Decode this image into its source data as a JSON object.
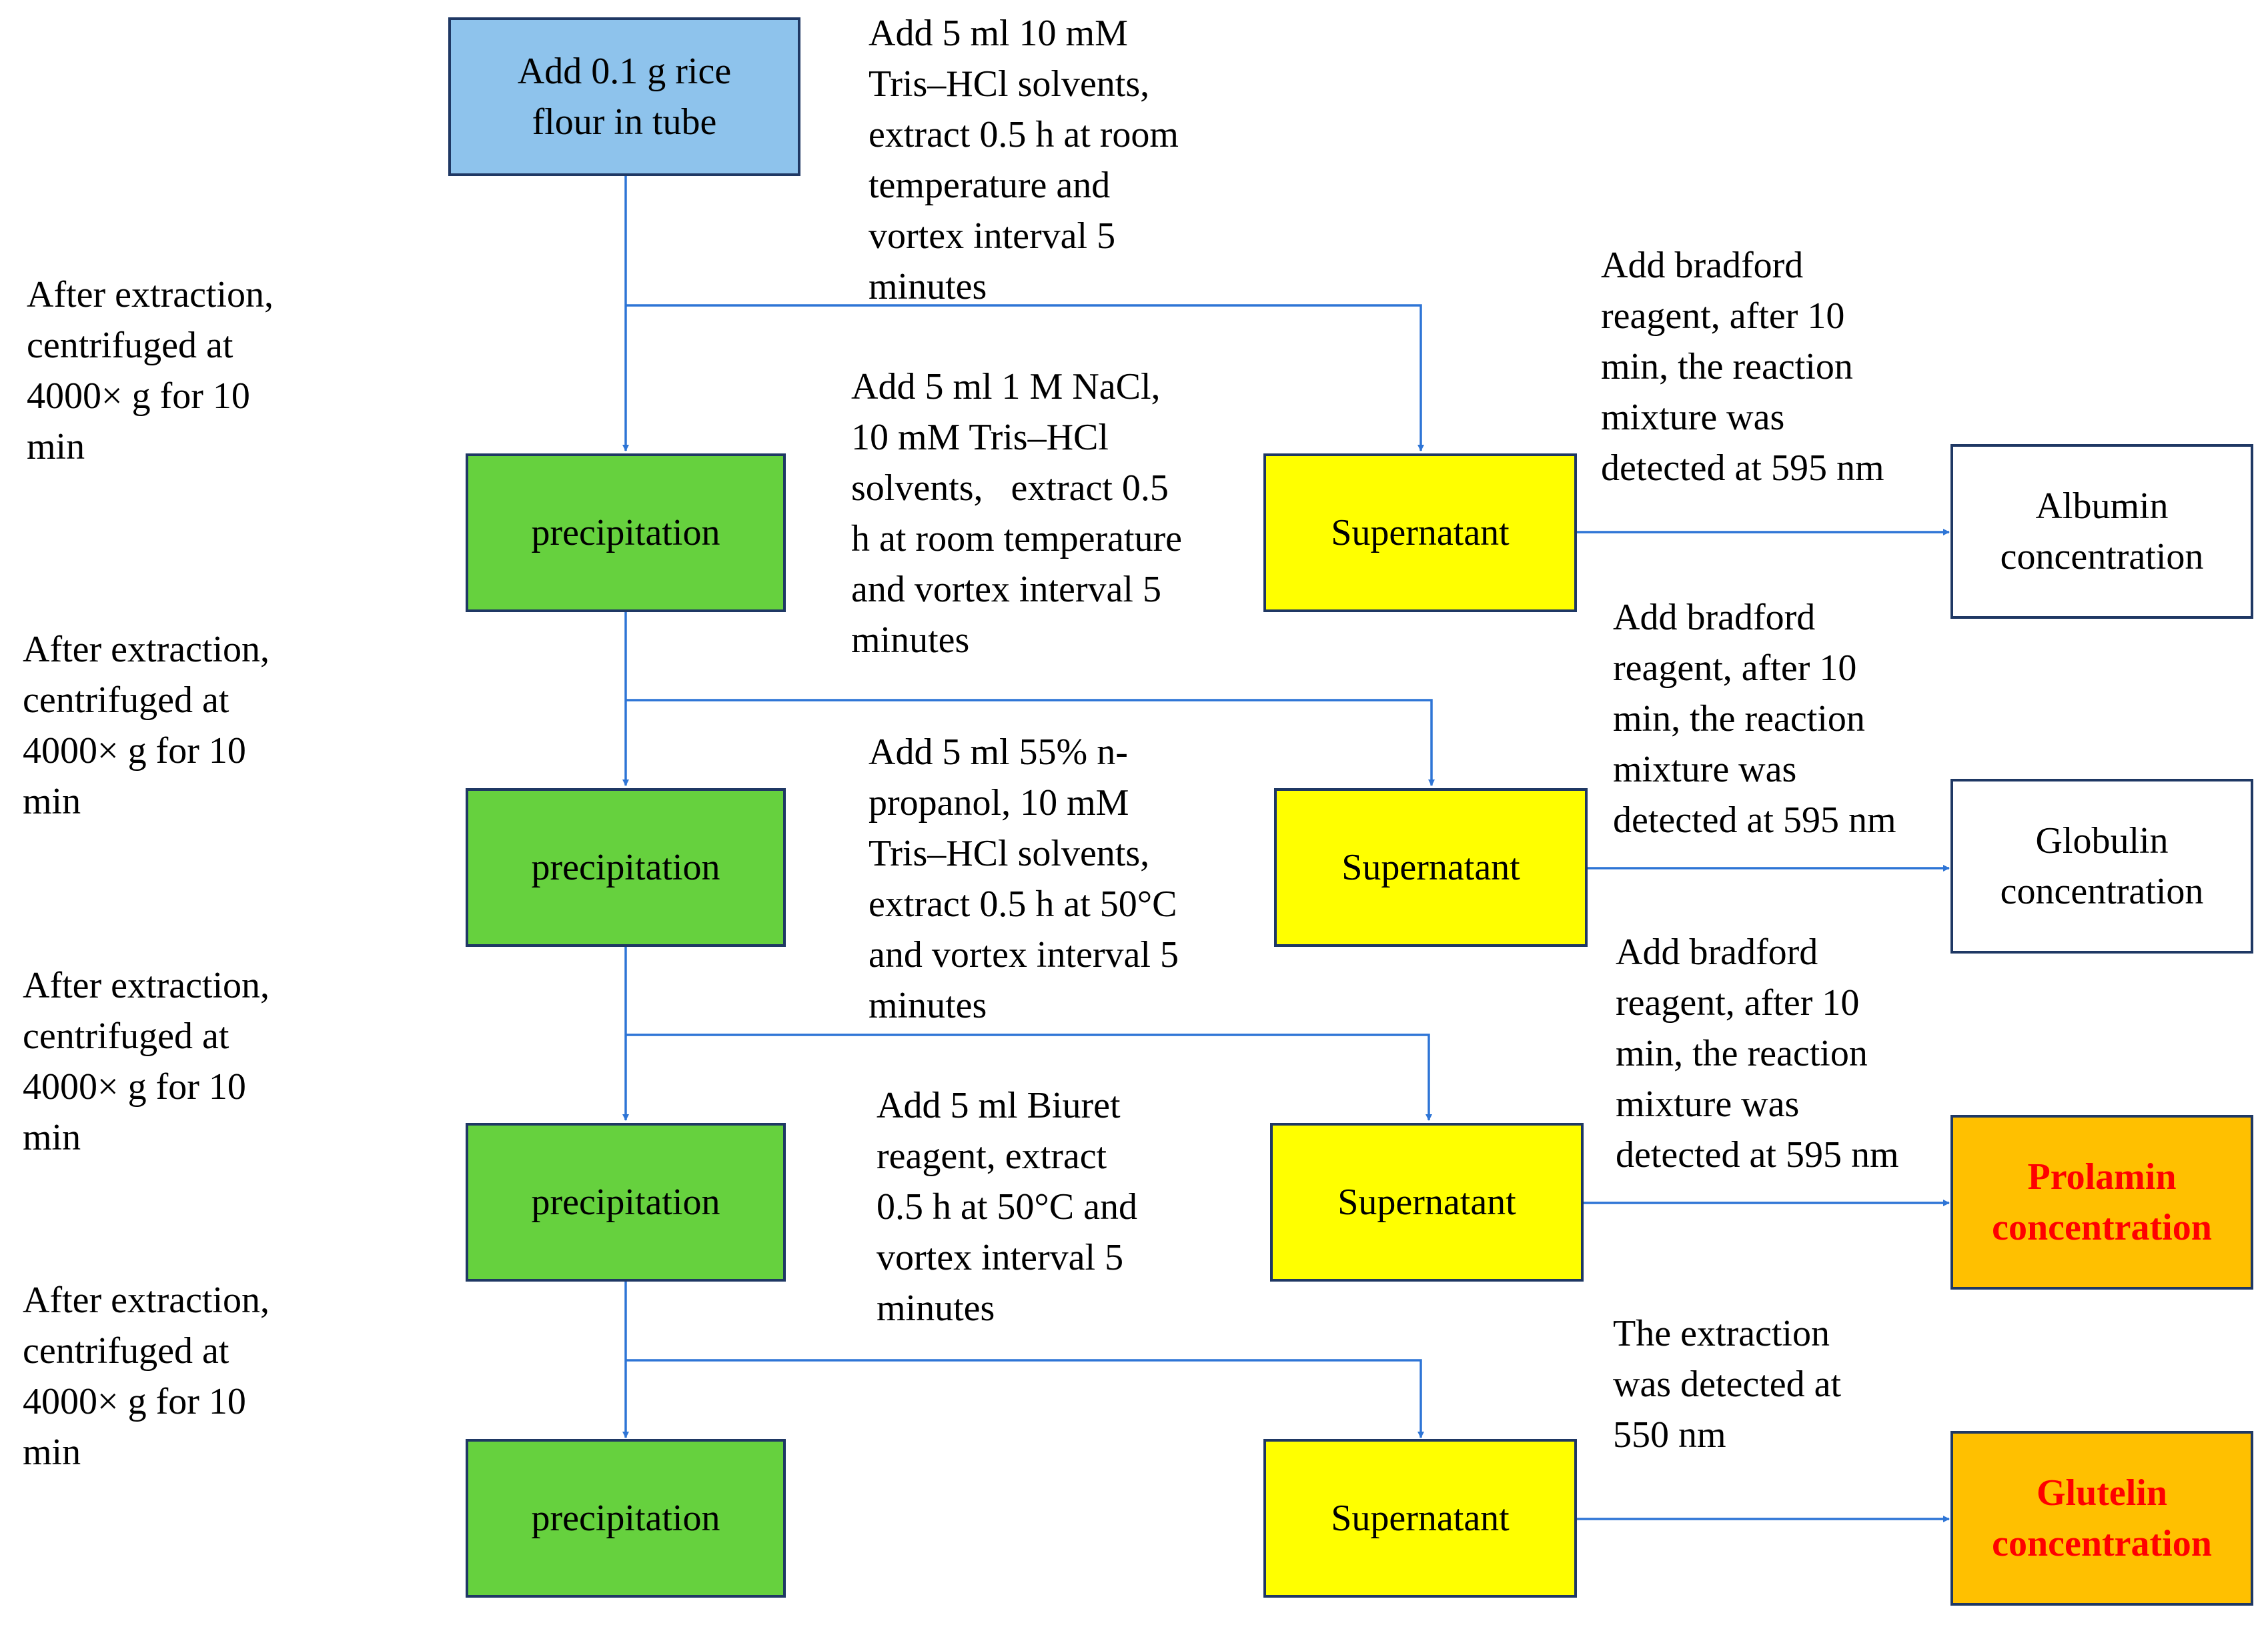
{
  "start": {
    "label": "Add 0.1 g rice\nflour in tube"
  },
  "precipitation_label": "precipitation",
  "supernatant_label": "Supernatant",
  "results": [
    {
      "label": "Albumin\nconcentration",
      "fill": "#ffffff",
      "text_color": "#000000"
    },
    {
      "label": "Globulin\nconcentration",
      "fill": "#ffffff",
      "text_color": "#000000"
    },
    {
      "label": "Prolamin\nconcentration",
      "fill": "#ffc000",
      "text_color": "#ff0000"
    },
    {
      "label": "Glutelin\nconcentration",
      "fill": "#ffc000",
      "text_color": "#ff0000"
    }
  ],
  "centrifuge_note": "After extraction,\ncentrifuged at\n4000× g for 10\nmin",
  "extraction_steps": [
    "Add 5 ml 10 mM\nTris–HCl solvents,\nextract 0.5 h at room\ntemperature and\nvortex interval 5\nminutes",
    "Add 5 ml 1 M NaCl,\n10 mM Tris–HCl\nsolvents,   extract 0.5\nh at room temperature\nand vortex interval 5\nminutes",
    "Add 5 ml 55% n-\npropanol, 10 mM\nTris–HCl solvents,\nextract 0.5 h at 50°C\nand vortex interval 5\nminutes",
    "Add 5 ml Biuret\nreagent, extract\n0.5 h at 50°C and\nvortex interval 5\nminutes"
  ],
  "detection_steps": [
    "Add bradford\nreagent, after 10\nmin, the reaction\nmixture was\ndetected at 595 nm",
    "Add bradford\nreagent, after 10\nmin, the reaction\nmixture was\ndetected at 595 nm",
    "Add bradford\nreagent, after 10\nmin, the reaction\nmixture was\ndetected at 595 nm",
    "The extraction\nwas detected at\n550 nm"
  ],
  "colors": {
    "start": "#8ec3ec",
    "precipitation": "#66d13e",
    "supernatant": "#ffff00",
    "highlight": "#ffc000",
    "highlight_text": "#ff0000",
    "connector": "#2e75d6"
  }
}
